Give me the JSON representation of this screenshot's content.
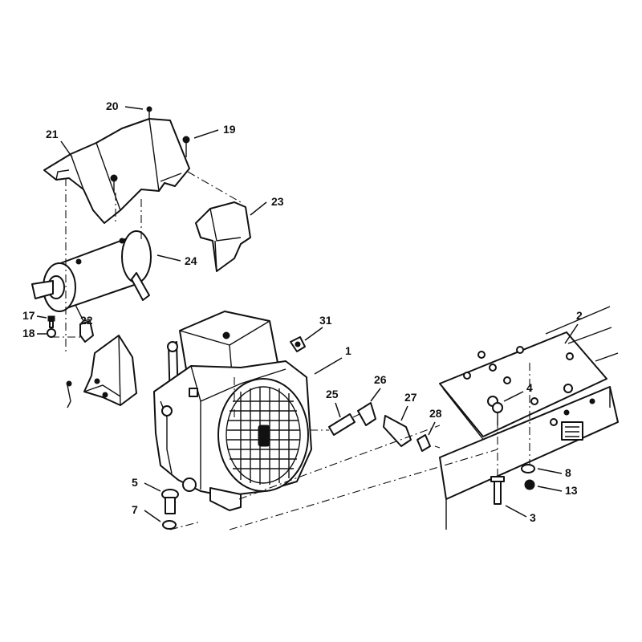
{
  "callouts": [
    {
      "id": "c1",
      "label": "1"
    },
    {
      "id": "c2",
      "label": "2"
    },
    {
      "id": "c3",
      "label": "3"
    },
    {
      "id": "c4",
      "label": "4"
    },
    {
      "id": "c5",
      "label": "5"
    },
    {
      "id": "c7",
      "label": "7"
    },
    {
      "id": "c8",
      "label": "8"
    },
    {
      "id": "c13",
      "label": "13"
    },
    {
      "id": "c17",
      "label": "17"
    },
    {
      "id": "c18",
      "label": "18"
    },
    {
      "id": "c19",
      "label": "19"
    },
    {
      "id": "c20",
      "label": "20"
    },
    {
      "id": "c21",
      "label": "21"
    },
    {
      "id": "c22",
      "label": "22"
    },
    {
      "id": "c23",
      "label": "23"
    },
    {
      "id": "c24",
      "label": "24"
    },
    {
      "id": "c25",
      "label": "25"
    },
    {
      "id": "c26",
      "label": "26"
    },
    {
      "id": "c27",
      "label": "27"
    },
    {
      "id": "c28",
      "label": "28"
    },
    {
      "id": "c31",
      "label": "31"
    }
  ]
}
